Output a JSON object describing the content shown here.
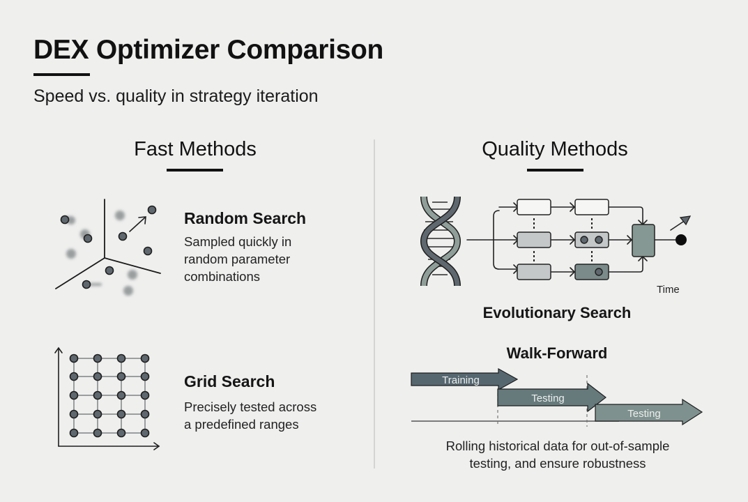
{
  "header": {
    "title": "DEX Optimizer Comparison",
    "subtitle": "Speed vs. quality in strategy iteration"
  },
  "columns": {
    "fast": {
      "heading": "Fast Methods",
      "methods": [
        {
          "title": "Random Search",
          "description": [
            "Sampled quickly in",
            "random parameter",
            "combinations"
          ],
          "icon": "scatter-3d-axes-icon"
        },
        {
          "title": "Grid Search",
          "description": [
            "Precisely tested across",
            "a predefined ranges"
          ],
          "icon": "grid-points-icon"
        }
      ]
    },
    "quality": {
      "heading": "Quality Methods",
      "methods": [
        {
          "title": "Evolutionary Search",
          "icon": "dna-pipeline-icon",
          "time_label": "Time"
        },
        {
          "title": "Walk-Forward",
          "segments": [
            {
              "label": "Training",
              "color": "#566770"
            },
            {
              "label": "Testing",
              "color": "#667a7c"
            },
            {
              "label": "Testing",
              "color": "#7f918e"
            }
          ],
          "description": [
            "Rolling historical data for out-of-sample",
            "testing, and ensure robustness"
          ]
        }
      ]
    }
  },
  "colors": {
    "background": "#efefee",
    "text": "#111111",
    "dot_fill": "#5f686e",
    "dot_blur": "#9a9e9f",
    "box_light": "#f6f6f5",
    "box_mid": "#c5c8c8",
    "box_dark": "#7b8b89",
    "merge_box": "#869893",
    "dna_dark": "#5f686e",
    "dna_light": "#8f9e98",
    "divider": "#d4d4d2"
  }
}
